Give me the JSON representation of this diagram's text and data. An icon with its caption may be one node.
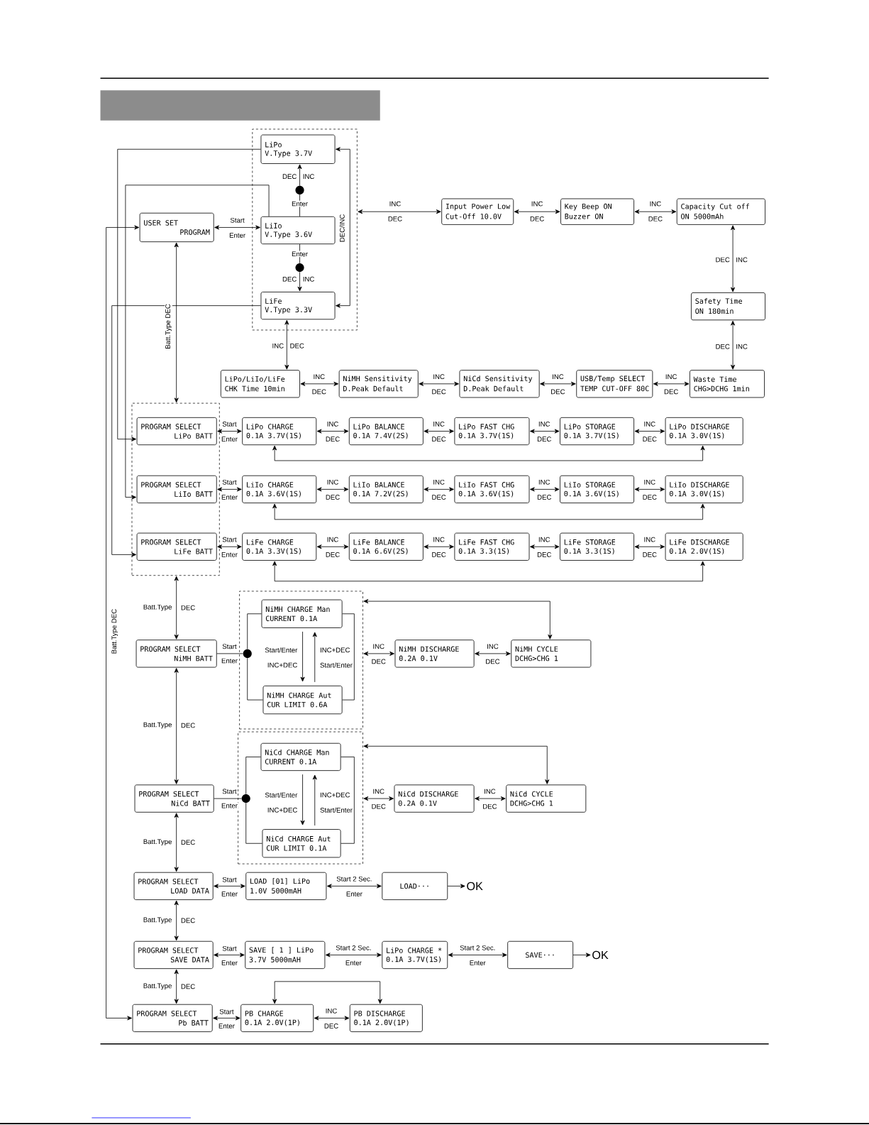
{
  "diagram": {
    "nodes": [
      {
        "text": [],
        "shape": "box"
      },
      {
        "text": [
          "LiPo",
          "V.Type 3.7V"
        ],
        "in": 0
      },
      {
        "text": [
          "LiIo",
          "V.Type 3.6V"
        ],
        "in": 0
      },
      {
        "text": [
          "LiFe",
          "V.Type 3.3V"
        ],
        "in": 0
      },
      {
        "text": [
          "USER SET",
          "PROGRAM"
        ]
      },
      {
        "text": [
          "Input Power Low",
          "Cut-Off 10.0V"
        ]
      },
      {
        "text": [
          "Key Beep ON",
          "Buzzer ON"
        ]
      },
      {
        "text": [
          "Capacity Cut off",
          "ON 5000mAh"
        ]
      },
      {
        "text": [
          "Safety Time",
          "ON 180min"
        ]
      },
      {
        "text": [
          "Waste Time",
          "CHG>DCHG 1min"
        ]
      },
      {
        "text": [
          "USB/Temp SELECT",
          "TEMP CUT-OFF 80C"
        ]
      },
      {
        "text": [
          "NiCd Sensitivity",
          "D.Peak Default"
        ]
      },
      {
        "text": [
          "NiMH Sensitivity",
          "D.Peak Default"
        ]
      },
      {
        "text": [
          "LiPo/LiIo/LiFe",
          "CHK Time 10min"
        ]
      },
      {
        "text": [],
        "shape": "box"
      },
      {
        "text": [
          "PROGRAM SELECT",
          "LiPo BATT"
        ],
        "in": 14
      },
      {
        "text": [
          "LiPo CHARGE",
          "0.1A 3.7V(1S)"
        ]
      },
      {
        "text": [
          "LiPo BALANCE",
          "0.1A 7.4V(2S)"
        ]
      },
      {
        "text": [
          "LiPo FAST CHG",
          "0.1A 3.7V(1S)"
        ]
      },
      {
        "text": [
          "LiPo STORAGE",
          "0.1A 3.7V(1S)"
        ]
      },
      {
        "text": [
          "LiPo DISCHARGE",
          "0.1A 3.0V(1S)"
        ]
      },
      {
        "text": [
          "PROGRAM SELECT",
          "LiIo BATT"
        ],
        "in": 14
      },
      {
        "text": [
          "LiIo CHARGE",
          "0.1A 3.6V(1S)"
        ]
      },
      {
        "text": [
          "LiIo BALANCE",
          "0.1A 7.2V(2S)"
        ]
      },
      {
        "text": [
          "LiIo FAST CHG",
          "0.1A 3.6V(1S)"
        ]
      },
      {
        "text": [
          "LiIo STORAGE",
          "0.1A 3.6V(1S)"
        ]
      },
      {
        "text": [
          "LiIo DISCHARGE",
          "0.1A 3.0V(1S)"
        ]
      },
      {
        "text": [
          "PROGRAM SELECT",
          "LiFe BATT"
        ],
        "in": 14
      },
      {
        "text": [
          "LiFe CHARGE",
          "0.1A 3.3V(1S)"
        ]
      },
      {
        "text": [
          "LiFe BALANCE",
          "0.1A 6.6V(2S)"
        ]
      },
      {
        "text": [
          "LiFe FAST CHG",
          "0.1A 3.3(1S)"
        ]
      },
      {
        "text": [
          "LiFe STORAGE",
          "0.1A 3.3(1S)"
        ]
      },
      {
        "text": [
          "LiFe DISCHARGE",
          "0.1A 2.0V(1S)"
        ]
      },
      {
        "text": [
          "PROGRAM SELECT",
          "NiMH BATT"
        ]
      },
      {
        "text": [],
        "shape": "box"
      },
      {
        "text": [
          "NiMH CHARGE Man",
          "CURRENT 0.1A"
        ],
        "in": 34
      },
      {
        "text": [
          "NiMH CHARGE Aut",
          "CUR LIMIT 0.6A"
        ],
        "in": 34
      },
      {
        "text": [],
        "shape": "circle",
        "in": 34
      },
      {
        "text": [
          "NiMH DISCHARGE",
          "0.2A 0.1V"
        ]
      },
      {
        "text": [
          "NiMH CYCLE",
          "DCHG>CHG 1"
        ]
      },
      {
        "text": [
          "PROGRAM SELECT",
          "NiCd BATT"
        ]
      },
      {
        "text": [],
        "shape": "box"
      },
      {
        "text": [
          "NiCd CHARGE Man",
          "CURRENT 0.1A"
        ],
        "in": 41
      },
      {
        "text": [
          "NiCd CHARGE Aut",
          "CUR LIMIT 0.1A"
        ],
        "in": 41
      },
      {
        "text": [],
        "shape": "circle",
        "in": 41
      },
      {
        "text": [
          "NiCd DISCHARGE",
          "0.2A 0.1V"
        ]
      },
      {
        "text": [
          "NiCd CYCLE",
          "DCHG>CHG 1"
        ]
      },
      {
        "text": [
          "PROGRAM SELECT",
          "LOAD DATA"
        ]
      },
      {
        "text": [
          "LOAD [01] LiPo",
          "1.0V 5000mAH"
        ]
      },
      {
        "text": [
          "LOAD···"
        ]
      },
      {
        "text": [
          "OK"
        ]
      },
      {
        "text": [
          "PROGRAM SELECT",
          "SAVE DATA"
        ]
      },
      {
        "text": [
          "SAVE [ 1 ] LiPo",
          "3.7V 5000mAH"
        ]
      },
      {
        "text": [
          "LiPo CHARGE *",
          "0.1A 3.7V(1S)"
        ]
      },
      {
        "text": [
          "SAVE···"
        ]
      },
      {
        "text": [
          "OK"
        ]
      },
      {
        "text": [
          "PROGRAM SELECT",
          "Pb BATT"
        ]
      },
      {
        "text": [
          "PB CHARGE",
          "0.1A 2.0V(1P)"
        ]
      },
      {
        "text": [
          "PB DISCHARGE",
          "0.1A 2.0V(1P)"
        ]
      },
      {
        "text": [],
        "shape": "circle",
        "in": 0
      },
      {
        "text": [],
        "shape": "circle",
        "in": 0
      }
    ],
    "edges": [
      {
        "from": 2,
        "to": 59,
        "arrow": "none",
        "label": "Enter"
      },
      {
        "from": 59,
        "to": 1,
        "arrow": "to",
        "label": "DEC"
      },
      {
        "from": 2,
        "to": 60,
        "arrow": "none",
        "label": "Enter"
      },
      {
        "from": 60,
        "to": 3,
        "arrow": "to",
        "label": "DEC"
      },
      {
        "from": 1,
        "to": 3,
        "arrow": "both",
        "label": "DEC/INC"
      },
      {
        "from": 0,
        "to": 5,
        "arrow": "both",
        "label": "INC"
      },
      {
        "from": 4,
        "to": 2,
        "arrow": "both",
        "label": "Start"
      },
      {
        "from": 5,
        "to": 6,
        "arrow": "both",
        "label": "INC"
      },
      {
        "from": 6,
        "to": 7,
        "arrow": "both",
        "label": "INC"
      },
      {
        "from": 7,
        "to": 8,
        "arrow": "both",
        "label": "DEC"
      },
      {
        "from": 8,
        "to": 9,
        "arrow": "both",
        "label": "DEC"
      },
      {
        "from": 10,
        "to": 9,
        "arrow": "both",
        "label": "INC"
      },
      {
        "from": 11,
        "to": 10,
        "arrow": "both",
        "label": "INC"
      },
      {
        "from": 12,
        "to": 11,
        "arrow": "both",
        "label": "INC"
      },
      {
        "from": 13,
        "to": 12,
        "arrow": "both",
        "label": "INC"
      },
      {
        "from": 3,
        "to": 13,
        "arrow": "both",
        "label": "INC"
      },
      {
        "from": 4,
        "to": 14,
        "arrow": "both",
        "label": "Batt.Type DEC"
      },
      {
        "from": 1,
        "to": 15,
        "arrow": "to"
      },
      {
        "from": 2,
        "to": 21,
        "arrow": "to"
      },
      {
        "from": 3,
        "to": 27,
        "arrow": "to"
      },
      {
        "from": 4,
        "to": 56,
        "arrow": "both",
        "label": "Batt.Type DEC"
      },
      {
        "from": 15,
        "to": 16,
        "arrow": "both",
        "label": "Start"
      },
      {
        "from": 16,
        "to": 17,
        "arrow": "both",
        "label": "INC"
      },
      {
        "from": 17,
        "to": 18,
        "arrow": "both",
        "label": "INC"
      },
      {
        "from": 18,
        "to": 19,
        "arrow": "both",
        "label": "INC"
      },
      {
        "from": 19,
        "to": 20,
        "arrow": "both",
        "label": "INC"
      },
      {
        "from": 16,
        "to": 20,
        "arrow": "both"
      },
      {
        "from": 21,
        "to": 22,
        "arrow": "both",
        "label": "Start"
      },
      {
        "from": 22,
        "to": 23,
        "arrow": "both",
        "label": "INC"
      },
      {
        "from": 23,
        "to": 24,
        "arrow": "both",
        "label": "INC"
      },
      {
        "from": 24,
        "to": 25,
        "arrow": "both",
        "label": "INC"
      },
      {
        "from": 25,
        "to": 26,
        "arrow": "both",
        "label": "INC"
      },
      {
        "from": 22,
        "to": 26,
        "arrow": "both"
      },
      {
        "from": 27,
        "to": 28,
        "arrow": "both",
        "label": "Start"
      },
      {
        "from": 28,
        "to": 29,
        "arrow": "both",
        "label": "INC"
      },
      {
        "from": 29,
        "to": 30,
        "arrow": "both",
        "label": "INC"
      },
      {
        "from": 30,
        "to": 31,
        "arrow": "both",
        "label": "INC"
      },
      {
        "from": 31,
        "to": 32,
        "arrow": "both",
        "label": "INC"
      },
      {
        "from": 28,
        "to": 32,
        "arrow": "both"
      },
      {
        "from": 14,
        "to": 33,
        "arrow": "both",
        "label": "Batt.Type"
      },
      {
        "from": 33,
        "to": 40,
        "arrow": "both",
        "label": "Batt.Type"
      },
      {
        "from": 40,
        "to": 47,
        "arrow": "both",
        "label": "Batt.Type"
      },
      {
        "from": 47,
        "to": 51,
        "arrow": "both",
        "label": "Batt.Type"
      },
      {
        "from": 51,
        "to": 56,
        "arrow": "both",
        "label": "Batt.Type"
      },
      {
        "from": 33,
        "to": 37,
        "arrow": "none",
        "label": "Start"
      },
      {
        "from": 37,
        "to": 35,
        "arrow": "none"
      },
      {
        "from": 37,
        "to": 36,
        "arrow": "none"
      },
      {
        "from": 35,
        "to": 36,
        "arrow": "none"
      },
      {
        "from": 35,
        "to": 36,
        "arrow": "to",
        "label": "Start/Enter"
      },
      {
        "from": 36,
        "to": 35,
        "arrow": "to",
        "label": "INC+DEC"
      },
      {
        "from": 34,
        "to": 38,
        "arrow": "both",
        "label": "INC"
      },
      {
        "from": 38,
        "to": 39,
        "arrow": "both",
        "label": "INC"
      },
      {
        "from": 39,
        "to": 34,
        "arrow": "both"
      },
      {
        "from": 40,
        "to": 44,
        "arrow": "none",
        "label": "Start"
      },
      {
        "from": 44,
        "to": 42,
        "arrow": "none"
      },
      {
        "from": 44,
        "to": 43,
        "arrow": "none"
      },
      {
        "from": 42,
        "to": 43,
        "arrow": "none"
      },
      {
        "from": 42,
        "to": 43,
        "arrow": "to",
        "label": "Start/Enter"
      },
      {
        "from": 43,
        "to": 42,
        "arrow": "to",
        "label": "INC+DEC"
      },
      {
        "from": 41,
        "to": 45,
        "arrow": "both",
        "label": "INC"
      },
      {
        "from": 45,
        "to": 46,
        "arrow": "both",
        "label": "INC"
      },
      {
        "from": 46,
        "to": 41,
        "arrow": "both"
      },
      {
        "from": 47,
        "to": 48,
        "arrow": "both",
        "label": "Start"
      },
      {
        "from": 48,
        "to": 49,
        "arrow": "both",
        "label": "Start 2 Sec."
      },
      {
        "from": 49,
        "to": 50,
        "arrow": "to"
      },
      {
        "from": 51,
        "to": 52,
        "arrow": "both",
        "label": "Start"
      },
      {
        "from": 52,
        "to": 53,
        "arrow": "both",
        "label": "Start 2 Sec."
      },
      {
        "from": 53,
        "to": 54,
        "arrow": "both",
        "label": "Start 2 Sec."
      },
      {
        "from": 54,
        "to": 55,
        "arrow": "to"
      },
      {
        "from": 56,
        "to": 57,
        "arrow": "both",
        "label": "Start"
      },
      {
        "from": 57,
        "to": 58,
        "arrow": "both",
        "label": "INC"
      },
      {
        "from": 57,
        "to": 58,
        "arrow": "both"
      }
    ],
    "labels": [
      "INC",
      "INC",
      "DEC",
      "Enter",
      "DEC",
      "DEC",
      "INC",
      "INC",
      "DEC",
      "DEC",
      "DEC",
      "DEC",
      "DEC",
      "Enter",
      "DEC",
      "DEC",
      "DEC",
      "DEC",
      "Enter",
      "DEC",
      "DEC",
      "DEC",
      "DEC",
      "Enter",
      "DEC",
      "DEC",
      "DEC",
      "DEC",
      "DEC",
      "DEC",
      "DEC",
      "DEC",
      "DEC",
      "Enter",
      "INC+DEC",
      "Start/Enter",
      "DEC",
      "DEC",
      "Enter",
      "INC+DEC",
      "Start/Enter",
      "DEC",
      "DEC",
      "Enter",
      "Enter",
      "Enter",
      "Enter",
      "Enter",
      "Enter",
      "DEC"
    ]
  }
}
